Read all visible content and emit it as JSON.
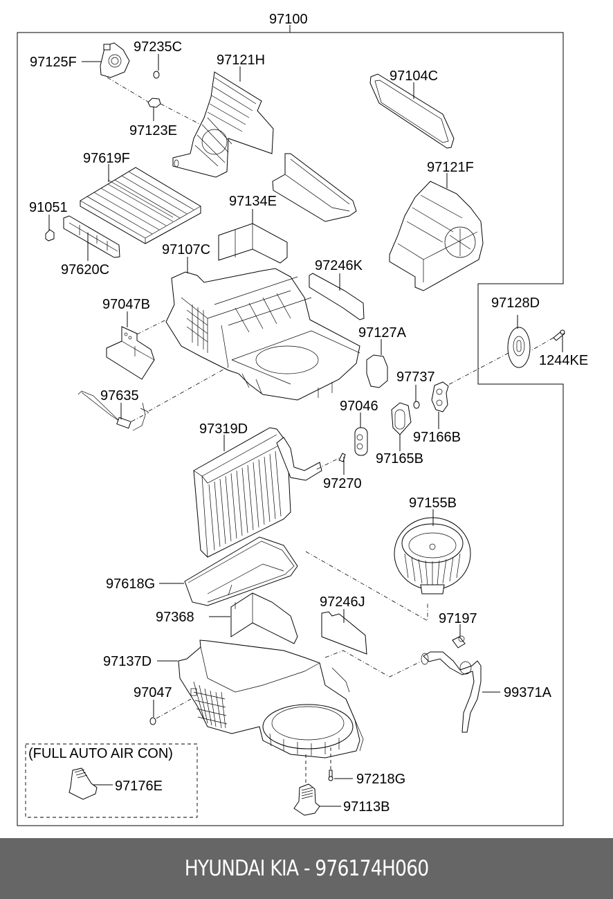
{
  "diagram": {
    "assembly_label": "97100",
    "note_box_label": "(FULL AUTO AIR CON)",
    "parts": {
      "p97235C": "97235C",
      "p97125F": "97125F",
      "p97121H": "97121H",
      "p97104C": "97104C",
      "p97123E": "97123E",
      "p97619F": "97619F",
      "p97121F": "97121F",
      "p97134E": "97134E",
      "p91051": "91051",
      "p97620C": "97620C",
      "p97107C": "97107C",
      "p97246K": "97246K",
      "p97128D": "97128D",
      "p97047B": "97047B",
      "p97127A": "97127A",
      "p1244KE": "1244KE",
      "p97737": "97737",
      "p97635": "97635",
      "p97046": "97046",
      "p97166B": "97166B",
      "p97165B": "97165B",
      "p97319D": "97319D",
      "p97270": "97270",
      "p97155B": "97155B",
      "p97618G": "97618G",
      "p97246J": "97246J",
      "p97368": "97368",
      "p97197": "97197",
      "p97137D": "97137D",
      "p99371A": "99371A",
      "p97047": "97047",
      "p97176E": "97176E",
      "p97218G": "97218G",
      "p97113B": "97113B"
    }
  },
  "footer": {
    "brand": "HYUNDAI KIA",
    "separator": "-",
    "part_number": "976174H060",
    "text": "HYUNDAI KIA - 976174H060"
  }
}
